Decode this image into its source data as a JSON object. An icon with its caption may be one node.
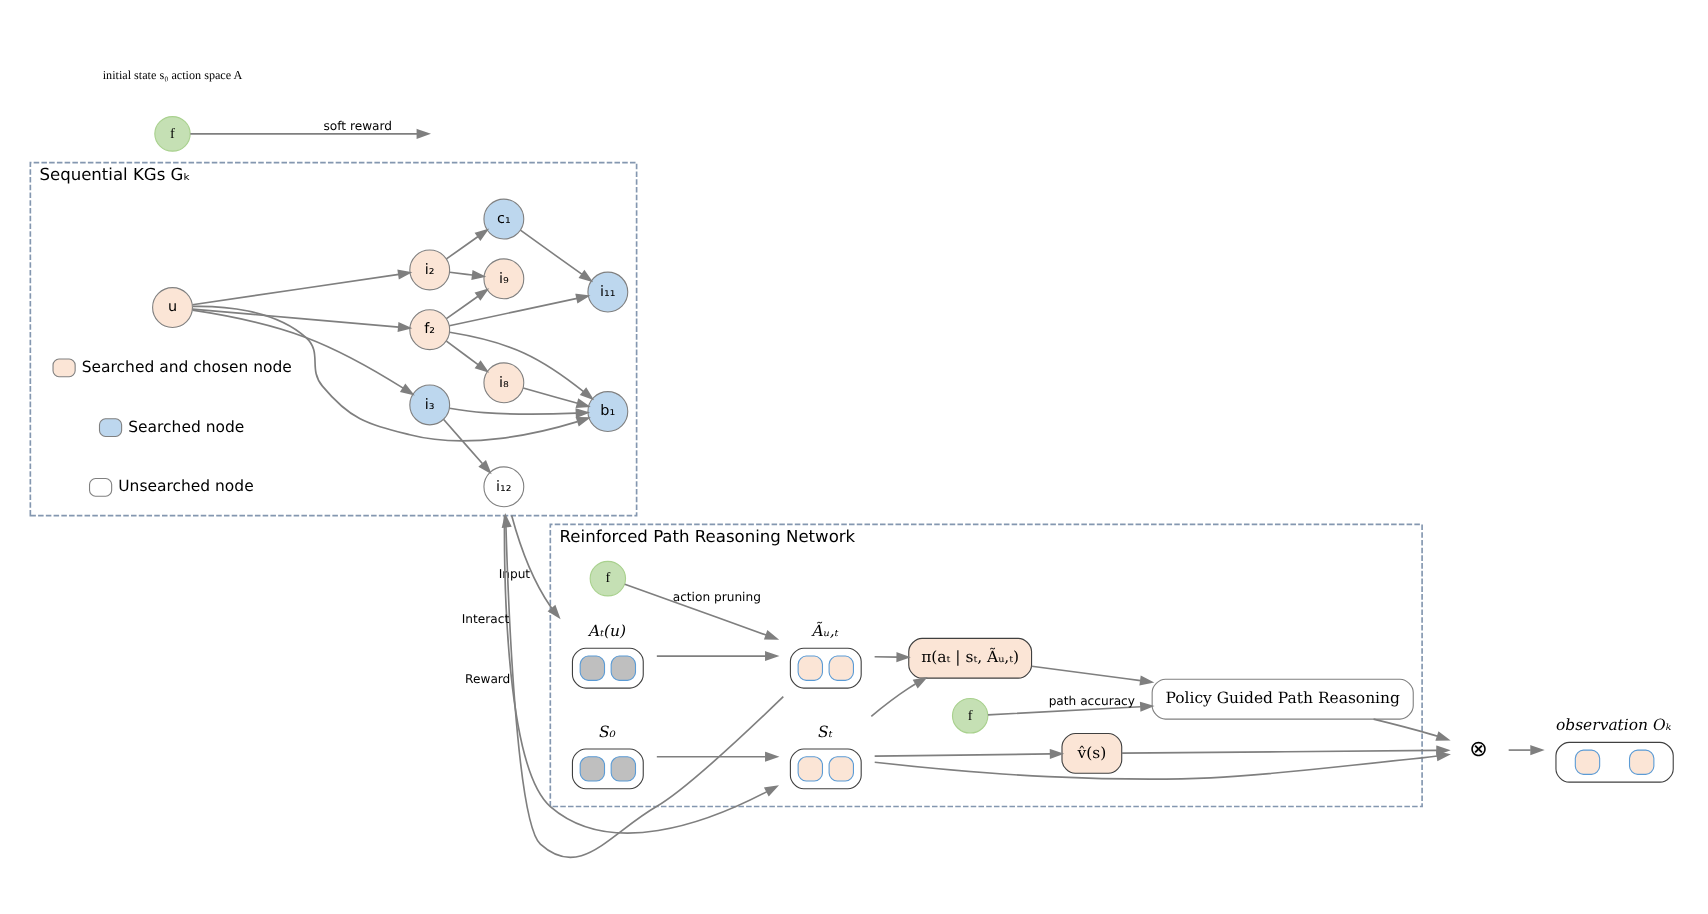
{
  "diagram": {
    "nodes": [
      {
        "text": [
          "Sequential KGs Gₖ"
        ]
      },
      {
        "text": [
          "u"
        ],
        "in": 0
      },
      {
        "text": [
          "i₂"
        ],
        "in": 0
      },
      {
        "text": [
          "c₁"
        ],
        "in": 0
      },
      {
        "text": [
          "i₉"
        ],
        "in": 0
      },
      {
        "text": [
          "f₂"
        ],
        "in": 0
      },
      {
        "text": [
          "i₁₁"
        ],
        "in": 0
      },
      {
        "text": [
          "i₈"
        ],
        "in": 0
      },
      {
        "text": [
          "b₁"
        ],
        "in": 0
      },
      {
        "text": [
          "i₃"
        ],
        "in": 0
      },
      {
        "text": [
          "i₁₂"
        ],
        "in": 0
      },
      {
        "text": [
          "Reinforced Path Reasoning Network"
        ]
      },
      {
        "text": [
          "Aₜ(u)"
        ],
        "in": 11
      },
      {
        "text": [
          "Ãᵤ,ₜ"
        ],
        "in": 11
      },
      {
        "text": [
          "S₀"
        ],
        "in": 11
      },
      {
        "text": [
          "Sₜ"
        ],
        "in": 11
      },
      {
        "text": [
          "π(aₜ | sₜ, Ãᵤ,ₜ)"
        ],
        "in": 11
      },
      {
        "text": [
          "v̂(s)"
        ],
        "in": 11
      },
      {
        "text": [
          "Policy Guided Path Reasoning"
        ],
        "in": 11
      },
      {
        "text": [
          "f"
        ],
        "in": 11
      },
      {
        "text": [
          "f"
        ]
      },
      {
        "text": [
          "f"
        ],
        "in": 11
      },
      {
        "text": [
          "⊗"
        ]
      },
      {
        "text": [
          "observation Oₖ"
        ]
      }
    ],
    "edges": [
      {
        "from": 1,
        "to": 2,
        "arrow": "to"
      },
      {
        "from": 1,
        "to": 5,
        "arrow": "to"
      },
      {
        "from": 1,
        "to": 8,
        "arrow": "to"
      },
      {
        "from": 1,
        "to": 9,
        "arrow": "to"
      },
      {
        "from": 2,
        "to": 3,
        "arrow": "to"
      },
      {
        "from": 2,
        "to": 4,
        "arrow": "to"
      },
      {
        "from": 3,
        "to": 6,
        "arrow": "to"
      },
      {
        "from": 5,
        "to": 4,
        "arrow": "to"
      },
      {
        "from": 5,
        "to": 6,
        "arrow": "to"
      },
      {
        "from": 5,
        "to": 7,
        "arrow": "to"
      },
      {
        "from": 5,
        "to": 8,
        "arrow": "to"
      },
      {
        "from": 7,
        "to": 8,
        "arrow": "to"
      },
      {
        "from": 9,
        "to": 8,
        "arrow": "to"
      },
      {
        "from": 9,
        "to": 10,
        "arrow": "to"
      },
      {
        "from": 0,
        "to": 12,
        "arrow": "to",
        "label": "Input"
      },
      {
        "from": 12,
        "to": 13,
        "arrow": "to"
      },
      {
        "from": 19,
        "to": 13,
        "arrow": "to",
        "label": "action pruning"
      },
      {
        "from": 13,
        "to": 0,
        "arrow": "to",
        "label": "Interact"
      },
      {
        "from": 0,
        "to": 15,
        "arrow": "to",
        "label": "Reward"
      },
      {
        "from": 20,
        "to": null,
        "arrow": "to",
        "label": "soft reward"
      },
      {
        "from": 14,
        "to": 15,
        "arrow": "to"
      },
      {
        "from": 13,
        "to": 16,
        "arrow": "to"
      },
      {
        "from": 15,
        "to": 16,
        "arrow": "to"
      },
      {
        "from": 15,
        "to": 17,
        "arrow": "to"
      },
      {
        "from": 16,
        "to": 18,
        "arrow": "to"
      },
      {
        "from": 21,
        "to": 18,
        "arrow": "to",
        "label": "path accuracy"
      },
      {
        "from": 15,
        "to": 22,
        "arrow": "to"
      },
      {
        "from": 17,
        "to": 22,
        "arrow": "to"
      },
      {
        "from": 18,
        "to": 22,
        "arrow": "to"
      },
      {
        "from": 22,
        "to": 23,
        "arrow": "to"
      }
    ],
    "labels": [
      "initial state s₀ action space A"
    ],
    "legend": [
      {
        "text": "Searched and chosen node",
        "color": "#fbe5d6"
      },
      {
        "text": "Searched node",
        "color": "#bdd7ee"
      },
      {
        "text": "Unsearched node",
        "color": "#ffffff"
      }
    ]
  }
}
